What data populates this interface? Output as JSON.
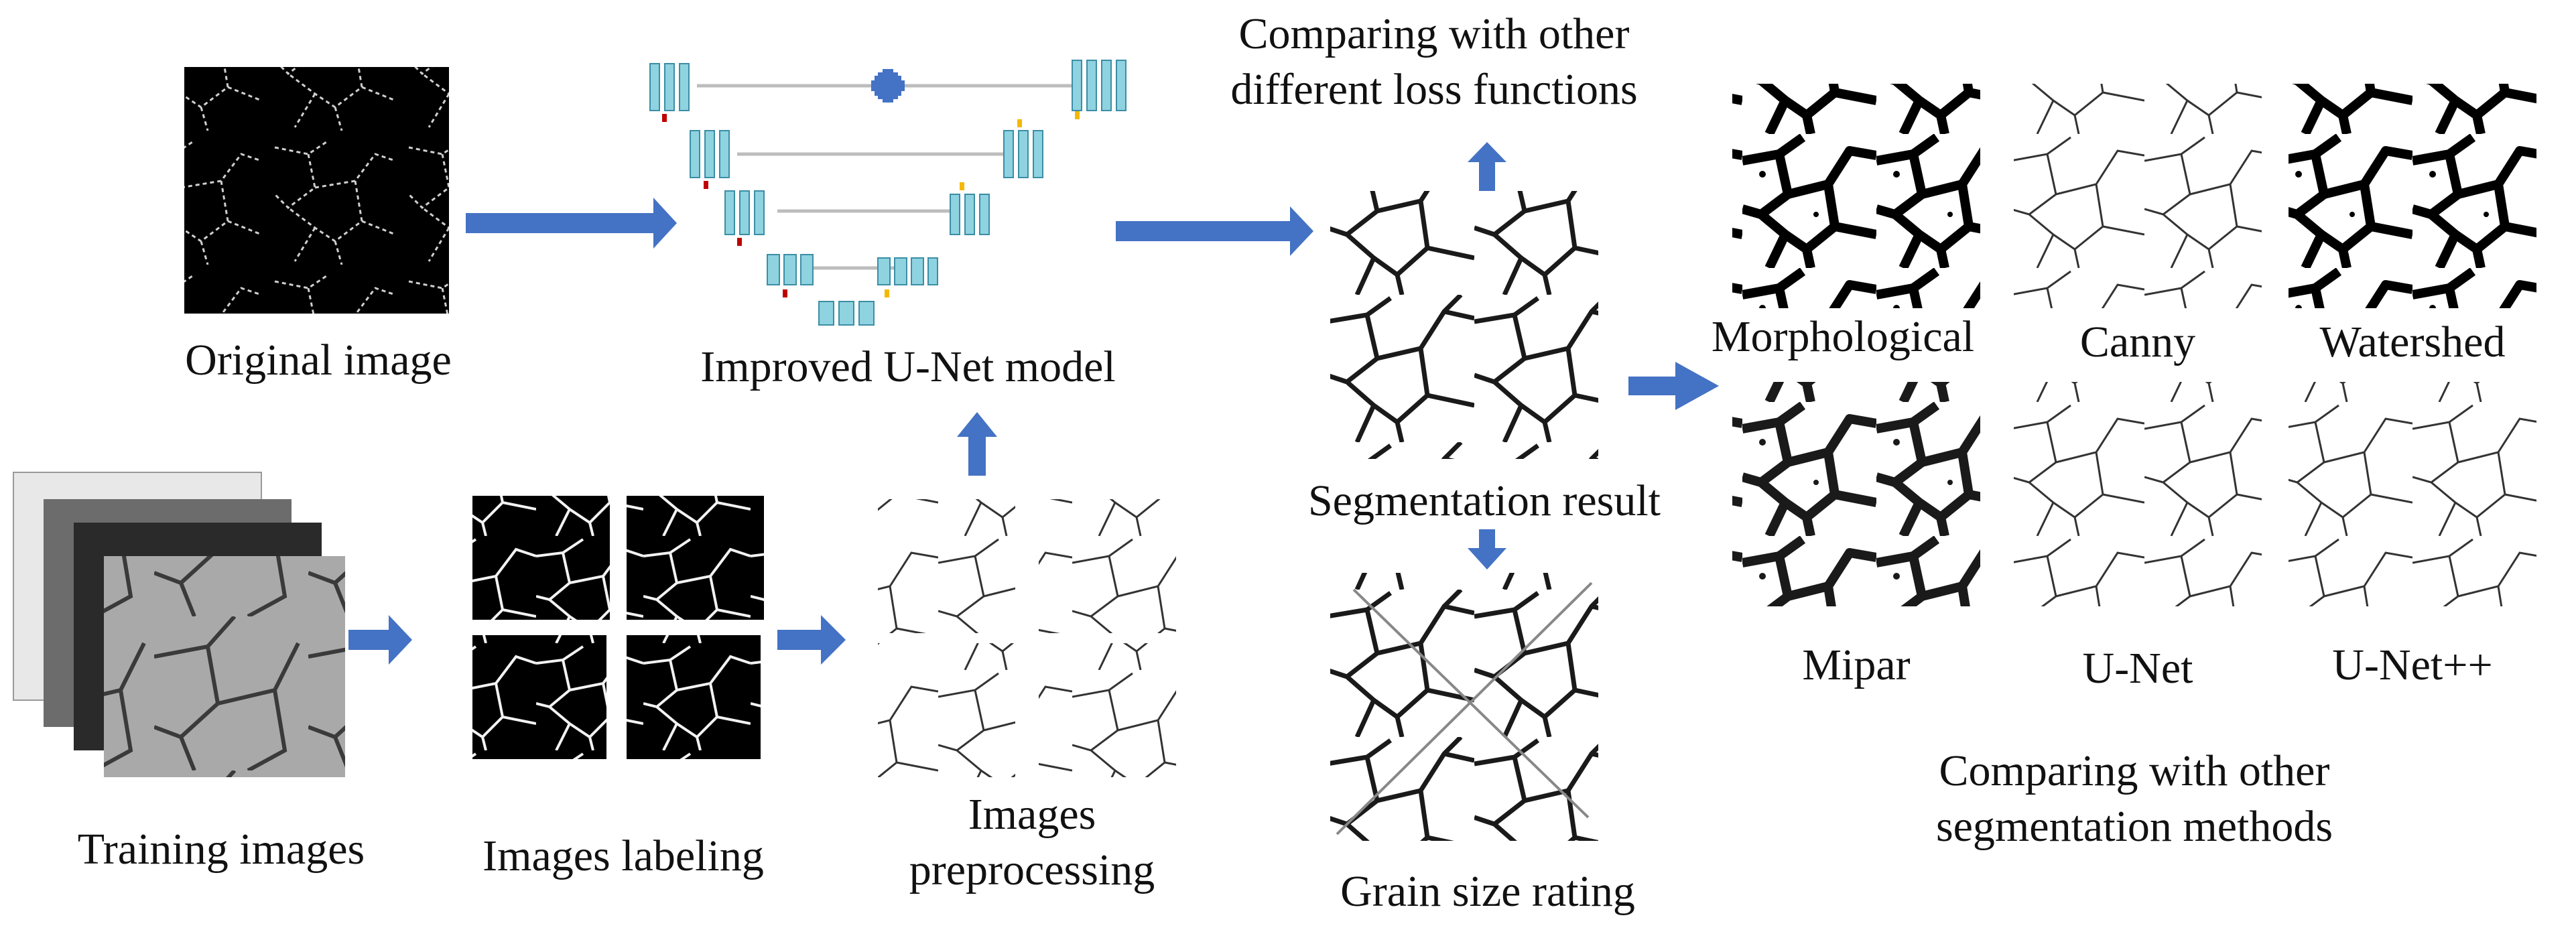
{
  "labels": {
    "original_image": "Original image",
    "improved_unet": "Improved U-Net model",
    "training_images": "Training images",
    "images_labeling": "Images labeling",
    "images_preprocessing_1": "Images",
    "images_preprocessing_2": "preprocessing",
    "segmentation_result": "Segmentation result",
    "grain_size_rating": "Grain size rating",
    "comparing_loss_1": "Comparing with other",
    "comparing_loss_2": "different loss functions",
    "comparing_seg_1": "Comparing with other",
    "comparing_seg_2": "segmentation methods"
  },
  "methods": {
    "morphological": "Morphological",
    "canny": "Canny",
    "watershed": "Watershed",
    "mipar": "Mipar",
    "unet": "U-Net",
    "unetpp": "U-Net++"
  },
  "colors": {
    "arrow": "#4472c4",
    "unet_block": "#8fd3e0",
    "skip_line": "#bdbdbd",
    "down_marker": "#c00000",
    "up_marker": "#f5b800"
  },
  "icons": {
    "arrow": "block-arrow",
    "concat": "plus-icon"
  }
}
